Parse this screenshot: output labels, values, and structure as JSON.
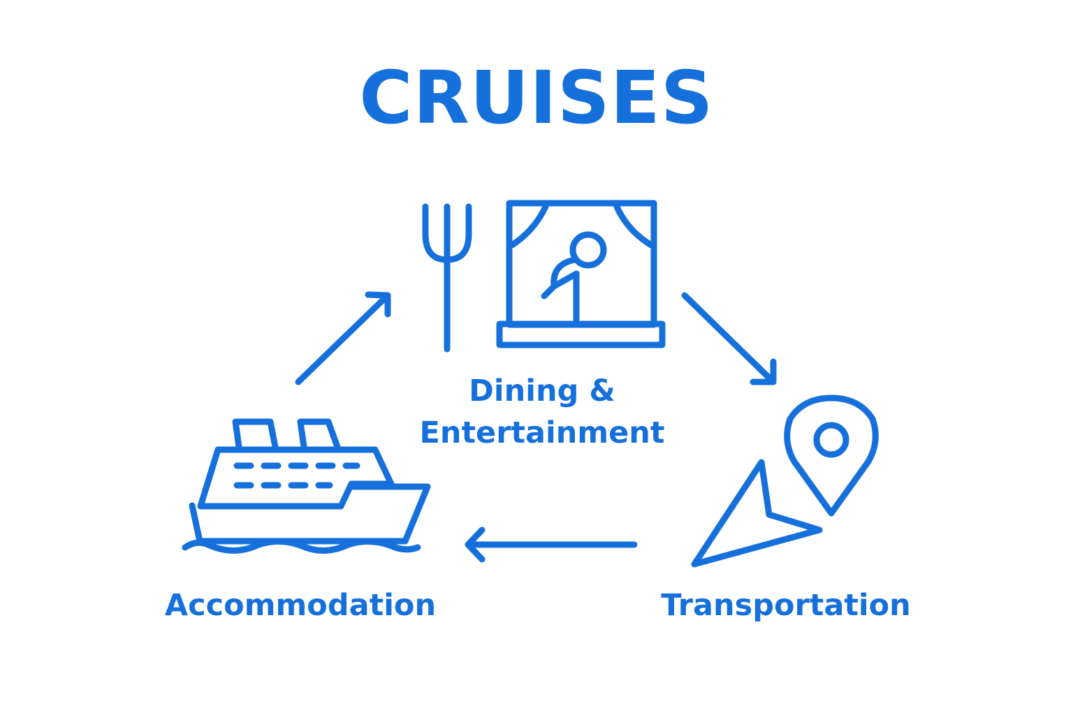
{
  "title": "CRUISES",
  "colors": {
    "accent": "#1670dc",
    "background": "#ffffff"
  },
  "nodes": {
    "dining": {
      "label_line1": "Dining &",
      "label_line2": "Entertainment",
      "icons": [
        "fork-icon",
        "stage-performer-icon"
      ]
    },
    "accommodation": {
      "label": "Accommodation",
      "icons": [
        "cruise-ship-icon"
      ]
    },
    "transportation": {
      "label": "Transportation",
      "icons": [
        "location-pin-icon",
        "navigation-arrow-icon"
      ]
    }
  },
  "flow": [
    "accommodation",
    "dining",
    "transportation",
    "accommodation"
  ]
}
